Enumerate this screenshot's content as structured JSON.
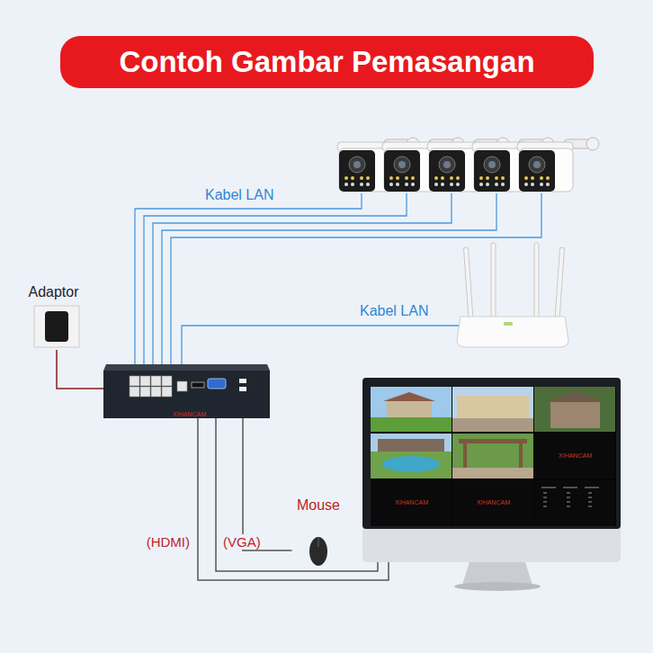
{
  "diagram": {
    "title": "Contoh Gambar Pemasangan",
    "nodes": [
      {
        "text": [
          "Adaptor"
        ]
      },
      {
        "text": [
          "XIHANCAM"
        ]
      },
      {
        "text": [
          "XIHANCAM",
          "XIHANCAM",
          "XIHANCAM"
        ]
      },
      {
        "text": [
          "Mouse"
        ]
      }
    ],
    "edges": [
      {
        "from": 0,
        "to": 1,
        "arrow": "none"
      },
      {
        "from": 1,
        "to": 2,
        "label": "(HDMI)",
        "arrow": "none"
      },
      {
        "from": 1,
        "to": 2,
        "label": "(VGA)",
        "arrow": "none"
      },
      {
        "from": 1,
        "to": 3,
        "arrow": "none"
      }
    ],
    "labels": [
      "Kabel LAN",
      "Kabel LAN"
    ]
  }
}
